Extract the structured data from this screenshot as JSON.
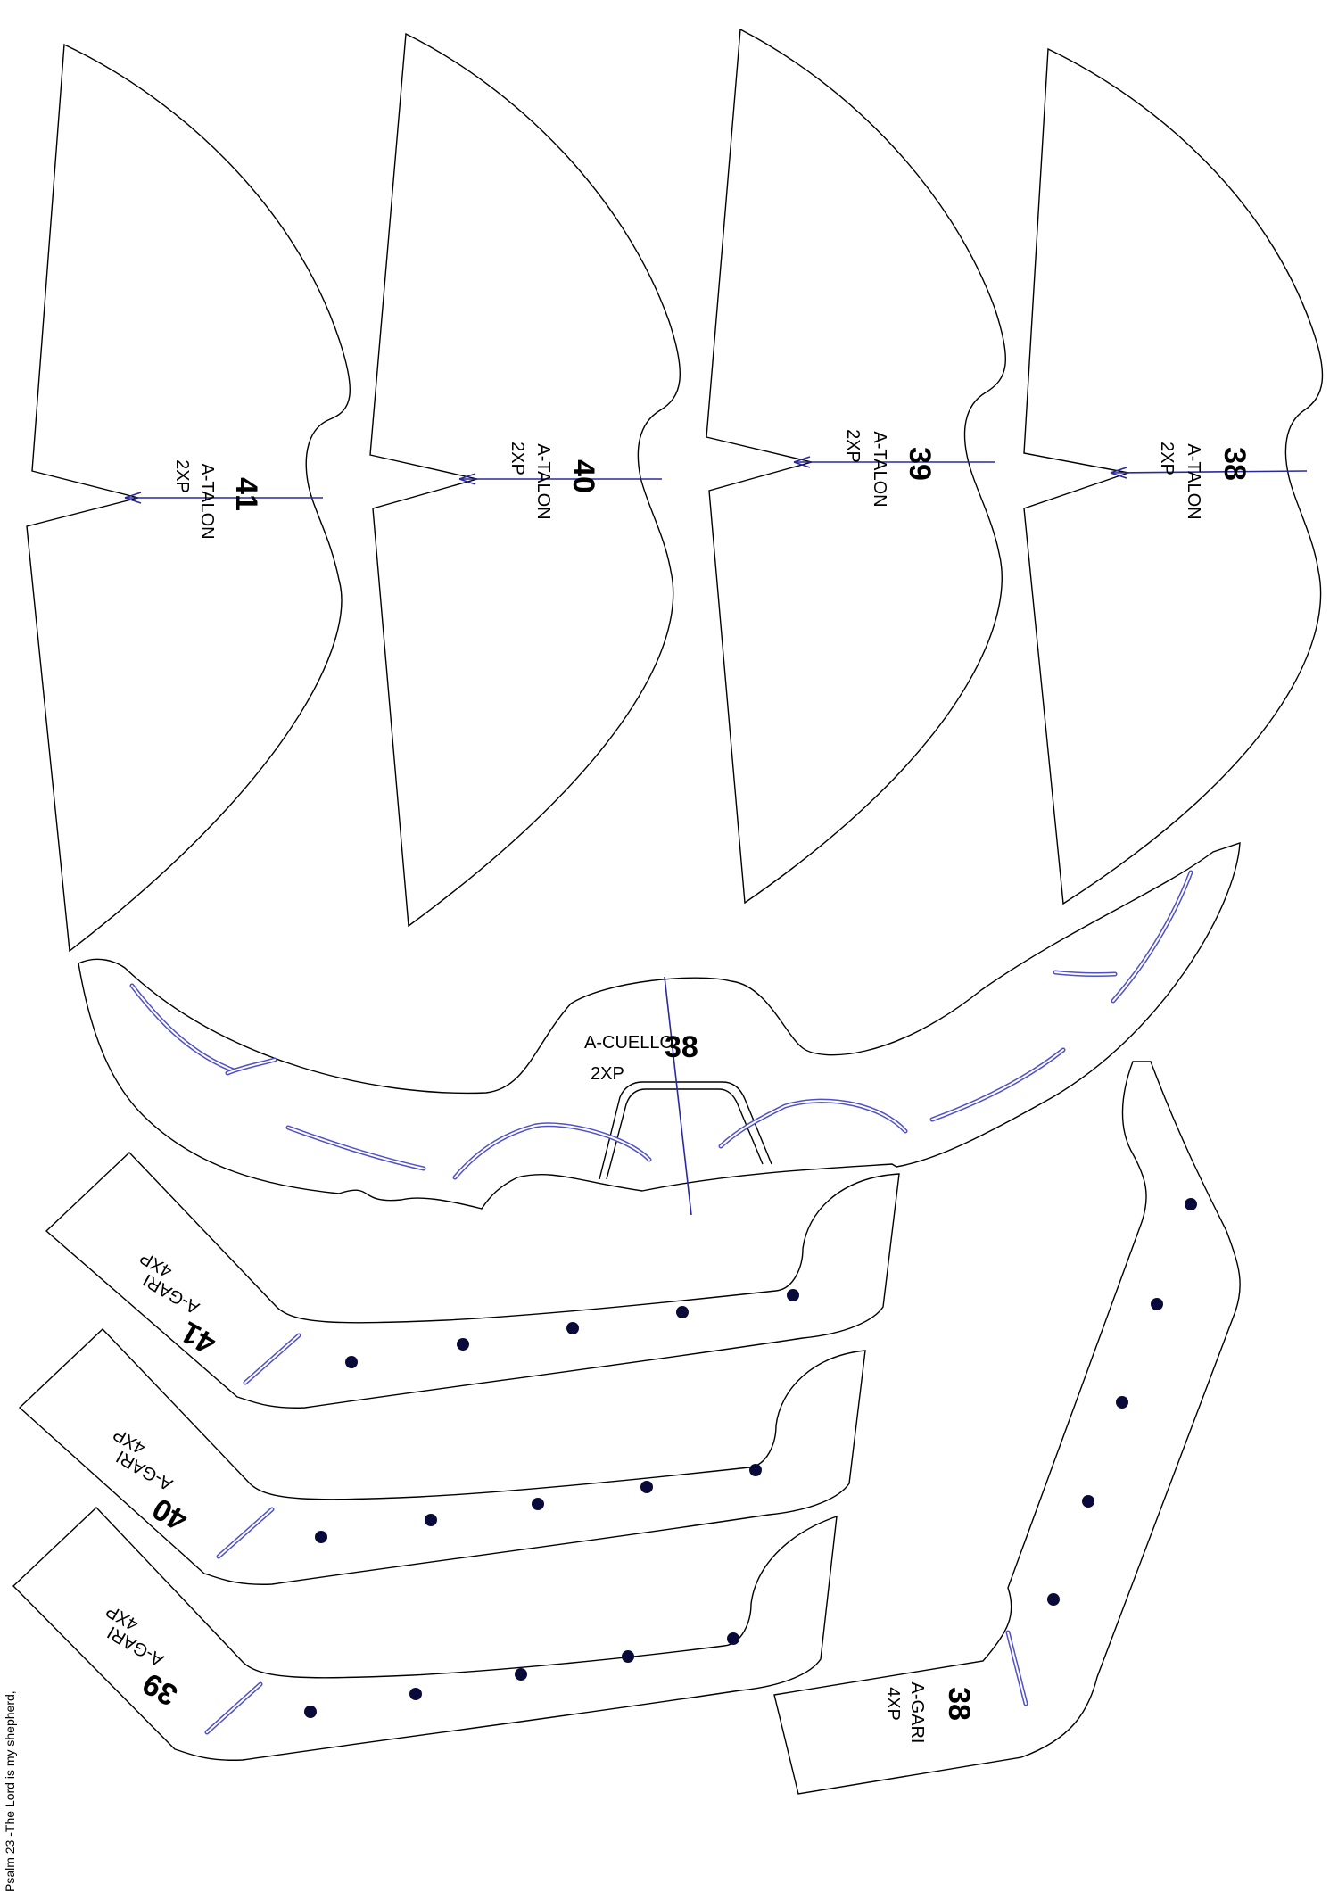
{
  "colors": {
    "outline": "#000000",
    "guide": "#2a2aa0",
    "slot": "#5050c8",
    "hole": "#0a0a3a"
  },
  "talon_pieces": [
    {
      "size": "41",
      "name": "A-TALON",
      "qty": "2XP"
    },
    {
      "size": "40",
      "name": "A-TALON",
      "qty": "2XP"
    },
    {
      "size": "39",
      "name": "A-TALON",
      "qty": "2XP"
    },
    {
      "size": "38",
      "name": "A-TALON",
      "qty": "2XP"
    }
  ],
  "cuello_piece": {
    "size": "38",
    "name": "A-CUELLO",
    "qty": "2XP"
  },
  "gari_pieces": [
    {
      "size": "41",
      "name": "A-GARI",
      "qty": "4XP"
    },
    {
      "size": "40",
      "name": "A-GARI",
      "qty": "4XP"
    },
    {
      "size": "39",
      "name": "A-GARI",
      "qty": "4XP"
    },
    {
      "size": "38",
      "name": "A-GARI",
      "qty": "4XP"
    }
  ],
  "footer": "Psalm 23 -The Lord is my shepherd,"
}
